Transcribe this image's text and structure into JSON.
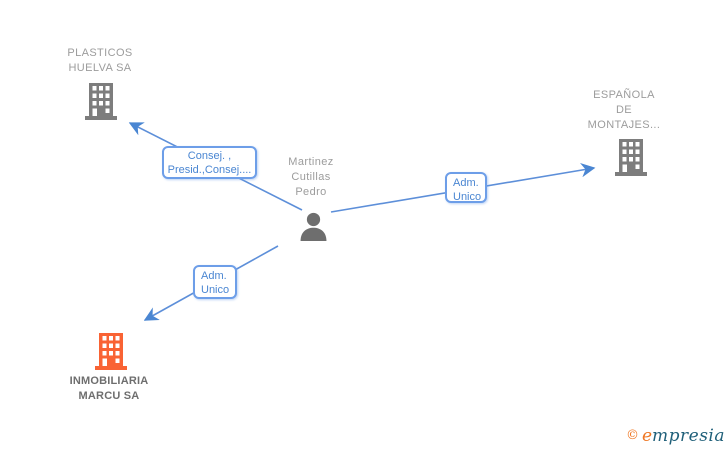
{
  "diagram": {
    "type": "company-relationship-graph",
    "nodes": {
      "person": {
        "label": "Martinez\nCutillas\nPedro",
        "type": "person"
      },
      "plasticos": {
        "label": "PLASTICOS\nHUELVA SA",
        "type": "company",
        "icon_color": "#7d7d7d"
      },
      "espanola": {
        "label": "ESPAÑOLA\nDE\nMONTAJES...",
        "type": "company",
        "icon_color": "#7d7d7d"
      },
      "inmobiliaria": {
        "label": "INMOBILIARIA\nMARCU SA",
        "type": "company",
        "icon_color": "#f96334"
      }
    },
    "edges": {
      "person_to_plasticos": {
        "label": "Consej. ,\nPresid.,Consej....",
        "from": "person",
        "to": "plasticos"
      },
      "person_to_espanola": {
        "label": "Adm.\nUnico",
        "from": "person",
        "to": "espanola"
      },
      "person_to_inmobiliaria": {
        "label": "Adm.\nUnico",
        "from": "person",
        "to": "inmobiliaria"
      }
    }
  },
  "colors": {
    "edge_blue": "#5d8fd9",
    "label_border_blue": "#6d9ee8",
    "label_text_blue": "#4a86d2",
    "node_text_gray": "#9c9c9c",
    "node_text_bold_gray": "#6e6e6e",
    "building_gray": "#7d7d7d",
    "building_orange": "#f96334",
    "logo_orange": "#ef7622",
    "logo_teal": "#20607a"
  },
  "logo": {
    "copyright": "©",
    "brand_first_letter": "e",
    "brand_rest": "mpresia"
  }
}
